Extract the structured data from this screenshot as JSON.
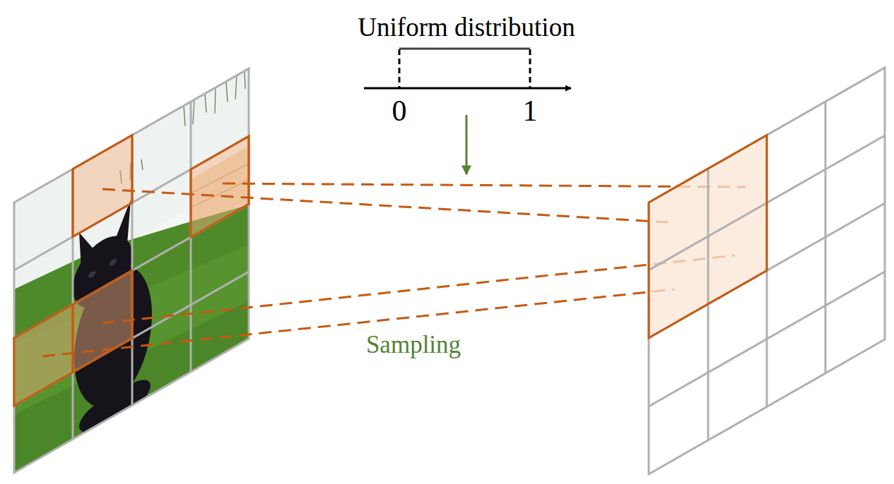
{
  "diagram": {
    "labels": [
      "Uniform distribution",
      "0",
      "1",
      "Sampling"
    ]
  }
}
